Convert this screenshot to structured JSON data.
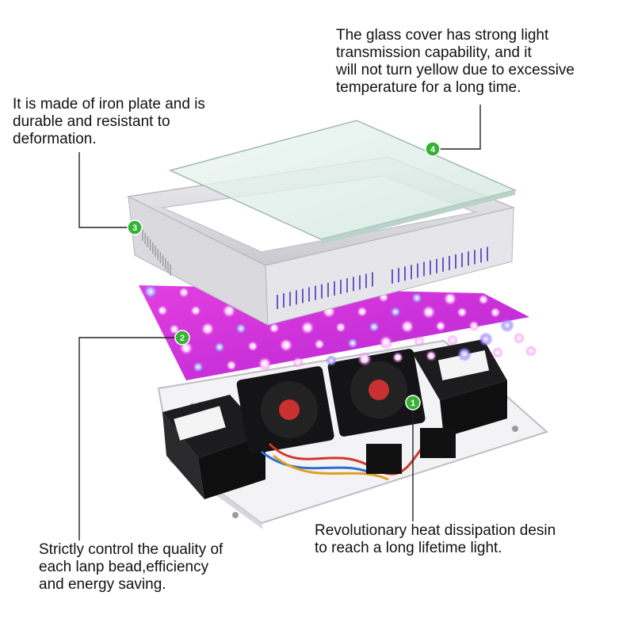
{
  "callouts": [
    {
      "number": "4",
      "text": "The glass cover has strong light\ntransmission capability, and it\nwill not turn yellow due to excessive\ntemperature for a long time."
    },
    {
      "number": "3",
      "text": "It is made of iron plate and is\ndurable and resistant to\ndeformation."
    },
    {
      "number": "1",
      "text": "Revolutionary heat dissipation desin\nto reach a long lifetime light."
    },
    {
      "number": "2",
      "text": "Strictly control the quality of\neach lanp bead,efficiency\nand energy saving."
    }
  ],
  "colors": {
    "badge": "#34b233",
    "leader_line": "#222222",
    "led_board": "#d83ad6",
    "frame": "#e2e2e6",
    "glass": "#dfeee8",
    "base": "#f2f2f4"
  }
}
